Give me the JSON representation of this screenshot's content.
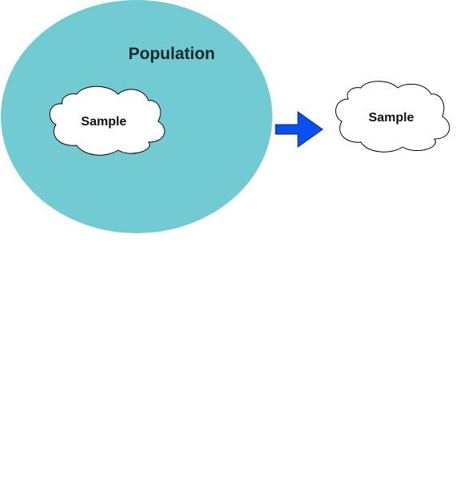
{
  "diagram": {
    "population": {
      "label": "Population",
      "fill_color": "#72cbd2"
    },
    "inner_sample": {
      "label": "Sample",
      "fill_color": "#ffffff",
      "stroke_color": "#000000"
    },
    "arrow": {
      "icon": "right-arrow-icon",
      "fill_color": "#0a4ff2",
      "stroke_color": "#0b2a6b"
    },
    "outer_sample": {
      "label": "Sample",
      "fill_color": "#ffffff",
      "stroke_color": "#000000"
    }
  }
}
